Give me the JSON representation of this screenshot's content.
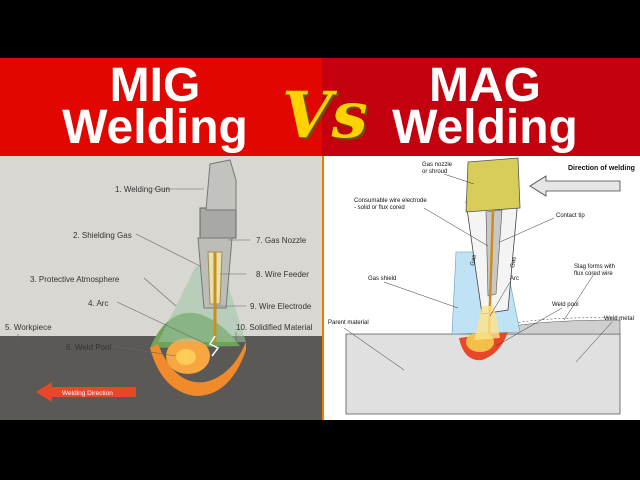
{
  "title": {
    "left_line1": "MIG",
    "left_line2": "Welding",
    "vs": "Vs",
    "right_line1": "MAG",
    "right_line2": "Welding"
  },
  "mig_diagram": {
    "labels": {
      "gun": "1. Welding Gun",
      "shielding_gas": "2. Shielding Gas",
      "protective_atmosphere": "3. Protective Atmosphere",
      "arc": "4. Arc",
      "workpiece": "5. Workpiece",
      "weld_pool": "6. Weld Pool",
      "gas_nozzle": "7. Gas Nozzle",
      "wire_feeder": "8. Wire Feeder",
      "wire_electrode": "9. Wire Electrode",
      "solidified_material": "10. Solidified Material",
      "welding_direction": "Welding Direction"
    }
  },
  "mag_diagram": {
    "labels": {
      "gas_nozzle_1": "Gas nozzle",
      "gas_nozzle_2": "or shroud",
      "direction": "Direction of welding",
      "wire_1": "Consumable wire electrode",
      "wire_2": "- solid or flux cored",
      "contact_tip": "Contact tip",
      "slag_1": "Slag forms with",
      "slag_2": "flux cored wire",
      "gas_shield": "Gas shield",
      "arc": "Arc",
      "parent_material": "Parent material",
      "weld_pool": "Weld pool",
      "weld_metal": "Weld metal",
      "gas_flow": "Gas"
    }
  },
  "colors": {
    "banner_left": "#e10600",
    "banner_right": "#c4000f",
    "vs": "#ffd200",
    "arrow": "#e8472a",
    "nozzle_yellow": "#d8cd5a",
    "gas_blue": "#bfe3f5"
  }
}
